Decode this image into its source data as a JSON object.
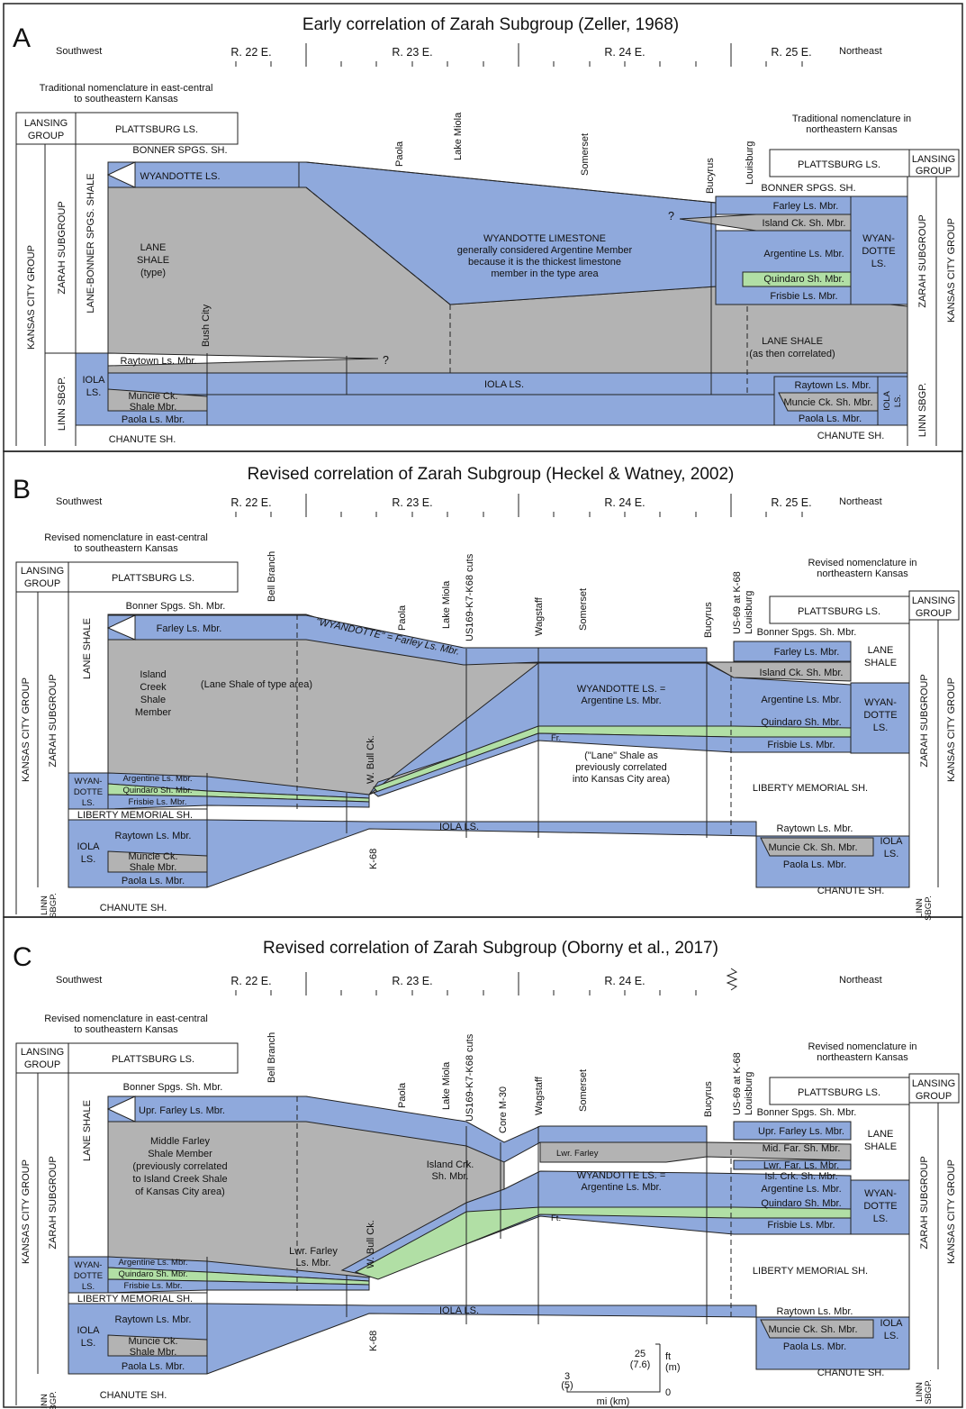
{
  "colors": {
    "limestone": "#8fa9dc",
    "shale": "#b3b3b3",
    "green_shale": "#b1dfa5",
    "border": "#222222"
  },
  "direction": {
    "sw": "Southwest",
    "ne": "Northeast"
  },
  "ranges": [
    "R. 22 E.",
    "R. 23 E.",
    "R. 24 E.",
    "R. 25 E."
  ],
  "panelA": {
    "letter": "A",
    "title": "Early correlation of Zarah Subgroup (Zeller, 1968)",
    "left_note": [
      "Traditional nomenclature in east-central",
      "to southeastern Kansas"
    ],
    "right_note": [
      "Traditional nomenclature in",
      "northeastern Kansas"
    ],
    "localities": [
      "Paola",
      "Lake Miola",
      "Somerset",
      "Bucyrus",
      "Louisburg",
      "Bush City"
    ],
    "left": {
      "lansing": "LANSING",
      "group": "GROUP",
      "plattsburg": "PLATTSBURG LS.",
      "bonner": "BONNER SPGS. SH.",
      "wyandotte": "WYANDOTTE LS.",
      "kc_group": "KANSAS CITY GROUP",
      "zarah": "ZARAH SUBGROUP",
      "lane_bonner": "LANE-BONNER SPGS. SHALE",
      "lane": [
        "LANE",
        "SHALE",
        "(type)"
      ],
      "raytown": "Raytown Ls. Mbr.",
      "iola": [
        "IOLA",
        "LS."
      ],
      "muncie": [
        "Muncie Ck.",
        "Shale Mbr."
      ],
      "paola": "Paola Ls. Mbr.",
      "linn": "LINN SBGP.",
      "chanute": "CHANUTE SH."
    },
    "middle": {
      "wyandotte_note": [
        "WYANDOTTE LIMESTONE",
        "generally considered Argentine Member",
        "because it is the thickest limestone",
        "member in the type area"
      ],
      "iola": "IOLA LS.",
      "lane_note": [
        "LANE SHALE",
        "(as then correlated)"
      ],
      "q": "?"
    },
    "right": {
      "plattsburg": "PLATTSBURG LS.",
      "lansing": "LANSING",
      "group": "GROUP",
      "bonner": "BONNER SPGS. SH.",
      "farley": "Farley Ls. Mbr.",
      "island": "Island Ck. Sh. Mbr.",
      "argentine": "Argentine Ls. Mbr.",
      "quindaro": "Quindaro Sh. Mbr.",
      "frisbie": "Frisbie Ls. Mbr.",
      "wyan": [
        "WYAN-",
        "DOTTE",
        "LS."
      ],
      "zarah": "ZARAH SUBGROUP",
      "kc_group": "KANSAS CITY GROUP",
      "raytown": "Raytown Ls. Mbr.",
      "muncie": "Muncie Ck. Sh. Mbr.",
      "paola": "Paola Ls. Mbr.",
      "iola_v": [
        "IOLA",
        "LS."
      ],
      "linn": "LINN SBGP.",
      "chanute": "CHANUTE SH."
    }
  },
  "panelB": {
    "letter": "B",
    "title": "Revised correlation of Zarah Subgroup (Heckel & Watney, 2002)",
    "left_note": [
      "Revised nomenclature in east-central",
      "to southeastern Kansas"
    ],
    "right_note": [
      "Revised nomenclature in",
      "northeastern Kansas"
    ],
    "localities": [
      "Bell Branch",
      "Paola",
      "Lake Miola",
      "US169-K7-K68 cuts",
      "Wagstaff",
      "Somerset",
      "Bucyrus",
      "US-69 at K-68",
      "Louisburg",
      "W. Bull Ck.",
      "K-68"
    ],
    "left": {
      "lansing": "LANSING",
      "group": "GROUP",
      "plattsburg": "PLATTSBURG LS.",
      "bonner": "Bonner Spgs. Sh. Mbr.",
      "farley": "Farley Ls. Mbr.",
      "kc_group": "KANSAS CITY GROUP",
      "zarah": "ZARAH SUBGROUP",
      "lane": "LANE SHALE",
      "island": [
        "Island",
        "Creek",
        "Shale",
        "Member"
      ],
      "lane_type": "(Lane Shale of type area)",
      "wyan": [
        "WYAN-",
        "DOTTE",
        "LS."
      ],
      "argentine": "Argentine Ls. Mbr.",
      "quindaro": "Quindaro Sh. Mbr.",
      "frisbie": "Frisbie Ls. Mbr.",
      "liberty": "LIBERTY MEMORIAL SH.",
      "raytown": "Raytown Ls. Mbr.",
      "iola": [
        "IOLA",
        "LS."
      ],
      "muncie": [
        "Muncie Ck.",
        "Shale Mbr."
      ],
      "paola": "Paola Ls. Mbr.",
      "linn": [
        "LINN",
        "SBGP."
      ],
      "chanute": "CHANUTE SH."
    },
    "middle": {
      "farley_q": "\"WYANDOTTE\" = Farley Ls. Mbr.",
      "wyandotte": [
        "WYANDOTTE LS. =",
        "Argentine Ls. Mbr."
      ],
      "fr": "Fr.",
      "lane_note": [
        "(\"Lane\" Shale as",
        "previously correlated",
        "into Kansas City area)"
      ],
      "iola": "IOLA LS."
    },
    "right": {
      "plattsburg": "PLATTSBURG LS.",
      "lansing": "LANSING",
      "group": "GROUP",
      "bonner": "Bonner Spgs. Sh. Mbr.",
      "farley": "Farley Ls. Mbr.",
      "lane": [
        "LANE",
        "SHALE"
      ],
      "island": "Island Ck. Sh. Mbr.",
      "argentine": "Argentine Ls. Mbr.",
      "quindaro": "Quindaro Sh. Mbr.",
      "frisbie": "Frisbie Ls. Mbr.",
      "wyan": [
        "WYAN-",
        "DOTTE",
        "LS."
      ],
      "liberty": "LIBERTY MEMORIAL SH.",
      "raytown": "Raytown Ls. Mbr.",
      "muncie": "Muncie Ck. Sh. Mbr.",
      "paola": "Paola Ls. Mbr.",
      "iola": [
        "IOLA",
        "LS."
      ],
      "chanute": "CHANUTE SH.",
      "linn": [
        "LINN",
        "SBGP."
      ],
      "zarah": "ZARAH SUBGROUP",
      "kc_group": "KANSAS CITY GROUP"
    }
  },
  "panelC": {
    "letter": "C",
    "title": "Revised correlation of Zarah Subgroup (Oborny et al., 2017)",
    "left_note": [
      "Revised nomenclature in east-central",
      "to southeastern Kansas"
    ],
    "right_note": [
      "Revised nomenclature in",
      "northeastern Kansas"
    ],
    "localities": [
      "Bell Branch",
      "Paola",
      "Lake Miola",
      "US169-K7-K68 cuts",
      "Core M-30",
      "Wagstaff",
      "Somerset",
      "Bucyrus",
      "US-69 at K-68",
      "Louisburg",
      "W. Bull Ck.",
      "K-68"
    ],
    "left": {
      "lansing": "LANSING",
      "group": "GROUP",
      "plattsburg": "PLATTSBURG LS.",
      "bonner": "Bonner Spgs. Sh. Mbr.",
      "upr_farley": "Upr. Farley Ls. Mbr.",
      "kc_group": "KANSAS CITY GROUP",
      "zarah": "ZARAH SUBGROUP",
      "lane": "LANE SHALE",
      "middle": [
        "Middle Farley",
        "Shale Member",
        "(previously correlated",
        "to Island Creek Shale",
        "of Kansas City area)"
      ],
      "wyan": [
        "WYAN-",
        "DOTTE",
        "LS."
      ],
      "argentine": "Argentine Ls. Mbr.",
      "quindaro": "Quindaro Sh. Mbr.",
      "frisbie": "Frisbie Ls. Mbr.",
      "liberty": "LIBERTY MEMORIAL SH.",
      "raytown": "Raytown Ls. Mbr.",
      "iola": [
        "IOLA",
        "LS."
      ],
      "muncie": [
        "Muncie Ck.",
        "Shale Mbr."
      ],
      "paola": "Paola Ls. Mbr.",
      "linn": [
        "LINN",
        "SBGP."
      ],
      "chanute": "CHANUTE SH."
    },
    "middle": {
      "lwr_farley": [
        "Lwr. Farley",
        "Ls. Mbr."
      ],
      "island": [
        "Island Crk.",
        "Sh. Mbr."
      ],
      "lwr_farley_small": "Lwr. Farley",
      "wyandotte": [
        "WYANDOTTE LS. =",
        "Argentine Ls. Mbr."
      ],
      "ft": "Ft.",
      "iola": "IOLA LS."
    },
    "right": {
      "plattsburg": "PLATTSBURG LS.",
      "lansing": "LANSING",
      "group": "GROUP",
      "bonner": "Bonner Spgs. Sh. Mbr.",
      "upr_farley": "Upr. Farley Ls. Mbr.",
      "mid_far": "Mid. Far. Sh. Mbr.",
      "lwr_far": "Lwr. Far. Ls. Mbr.",
      "isl_crk": "Isl. Crk. Sh. Mbr.",
      "argentine": "Argentine Ls. Mbr.",
      "quindaro": "Quindaro Sh. Mbr.",
      "frisbie": "Frisbie Ls. Mbr.",
      "lane": [
        "LANE",
        "SHALE"
      ],
      "wyan": [
        "WYAN-",
        "DOTTE",
        "LS."
      ],
      "liberty": "LIBERTY MEMORIAL SH.",
      "raytown": "Raytown Ls. Mbr.",
      "muncie": "Muncie Ck. Sh. Mbr.",
      "paola": "Paola Ls. Mbr.",
      "iola": [
        "IOLA",
        "LS."
      ],
      "chanute": "CHANUTE SH.",
      "linn": [
        "LINN",
        "SBGP."
      ],
      "zarah": "ZARAH SUBGROUP",
      "kc_group": "KANSAS CITY GROUP"
    },
    "scale": {
      "ft": "25",
      "m": "(7.6)",
      "ft_unit": "ft",
      "m_unit": "(m)",
      "zero": "0",
      "mi": "3",
      "km": "(5)",
      "units": "mi (km)"
    }
  }
}
